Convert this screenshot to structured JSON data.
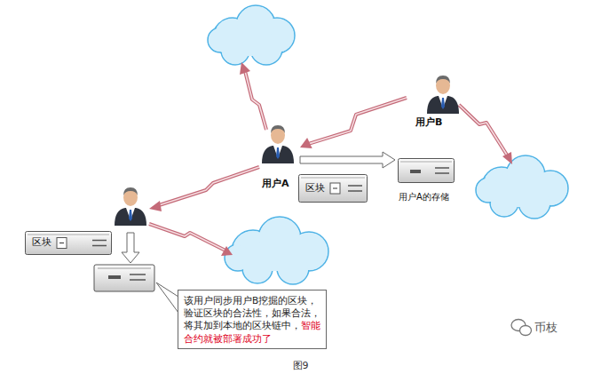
{
  "diagram": {
    "caption": "图9",
    "nodes": [
      {
        "text": [
          "用户B"
        ]
      },
      {
        "text": [
          "用户A"
        ]
      },
      {
        "text": [
          "区块"
        ]
      },
      {
        "text": [
          "用户A的存储"
        ]
      },
      {
        "text": [
          "区块"
        ]
      },
      {
        "text": [
          "该用户同步用户B挖掘的区块，验证区块的合法性，如果合法，将其加到本地的区块链中，",
          "智能合约就被部署成功了"
        ]
      }
    ],
    "edges": [
      {
        "from": 0,
        "to": 1,
        "arrow": "to"
      },
      {
        "from": 1,
        "to": 3,
        "arrow": "to"
      }
    ],
    "labels": [
      "币枝"
    ]
  }
}
